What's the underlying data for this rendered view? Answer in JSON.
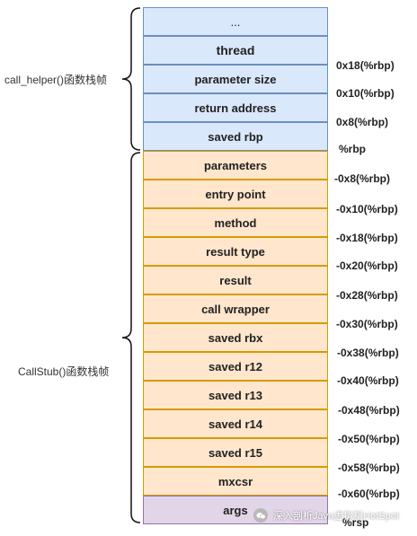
{
  "stack": {
    "cells": [
      {
        "label": "...",
        "kind": "blue"
      },
      {
        "label": "thread",
        "kind": "blue"
      },
      {
        "label": "parameter size",
        "kind": "blue"
      },
      {
        "label": "return address",
        "kind": "blue"
      },
      {
        "label": "saved rbp",
        "kind": "blue"
      },
      {
        "label": "parameters",
        "kind": "orange"
      },
      {
        "label": "entry point",
        "kind": "orange"
      },
      {
        "label": "method",
        "kind": "orange"
      },
      {
        "label": "result type",
        "kind": "orange"
      },
      {
        "label": "result",
        "kind": "orange"
      },
      {
        "label": "call wrapper",
        "kind": "orange"
      },
      {
        "label": "saved rbx",
        "kind": "orange"
      },
      {
        "label": "saved r12",
        "kind": "orange"
      },
      {
        "label": "saved r13",
        "kind": "orange"
      },
      {
        "label": "saved r14",
        "kind": "orange"
      },
      {
        "label": "saved r15",
        "kind": "orange"
      },
      {
        "label": "mxcsr",
        "kind": "orange"
      },
      {
        "label": "args",
        "kind": "purple"
      }
    ]
  },
  "offsets": [
    "0x18(%rbp)",
    "0x10(%rbp)",
    "0x8(%rbp)",
    "%rbp",
    "-0x8(%rbp)",
    "-0x10(%rbp)",
    "-0x18(%rbp)",
    "-0x20(%rbp)",
    "-0x28(%rbp)",
    "-0x30(%rbp)",
    "-0x38(%rbp)",
    "-0x40(%rbp)",
    "-0x48(%rbp)",
    "-0x50(%rbp)",
    "-0x58(%rbp)",
    "-0x60(%rbp)",
    "%rsp"
  ],
  "frames": {
    "call_helper": "call_helper()函数栈帧",
    "callstub": "CallStub()函数栈帧"
  },
  "watermark": {
    "text": "深入剖析Java虚拟机HotSpot",
    "icon": "wechat-icon"
  },
  "colors": {
    "blue_fill": "#dae8fc",
    "blue_stroke": "#6c8ebf",
    "orange_fill": "#ffe6cc",
    "orange_stroke": "#d79b00",
    "purple_fill": "#e1d5e7",
    "purple_stroke": "#9673a6"
  }
}
